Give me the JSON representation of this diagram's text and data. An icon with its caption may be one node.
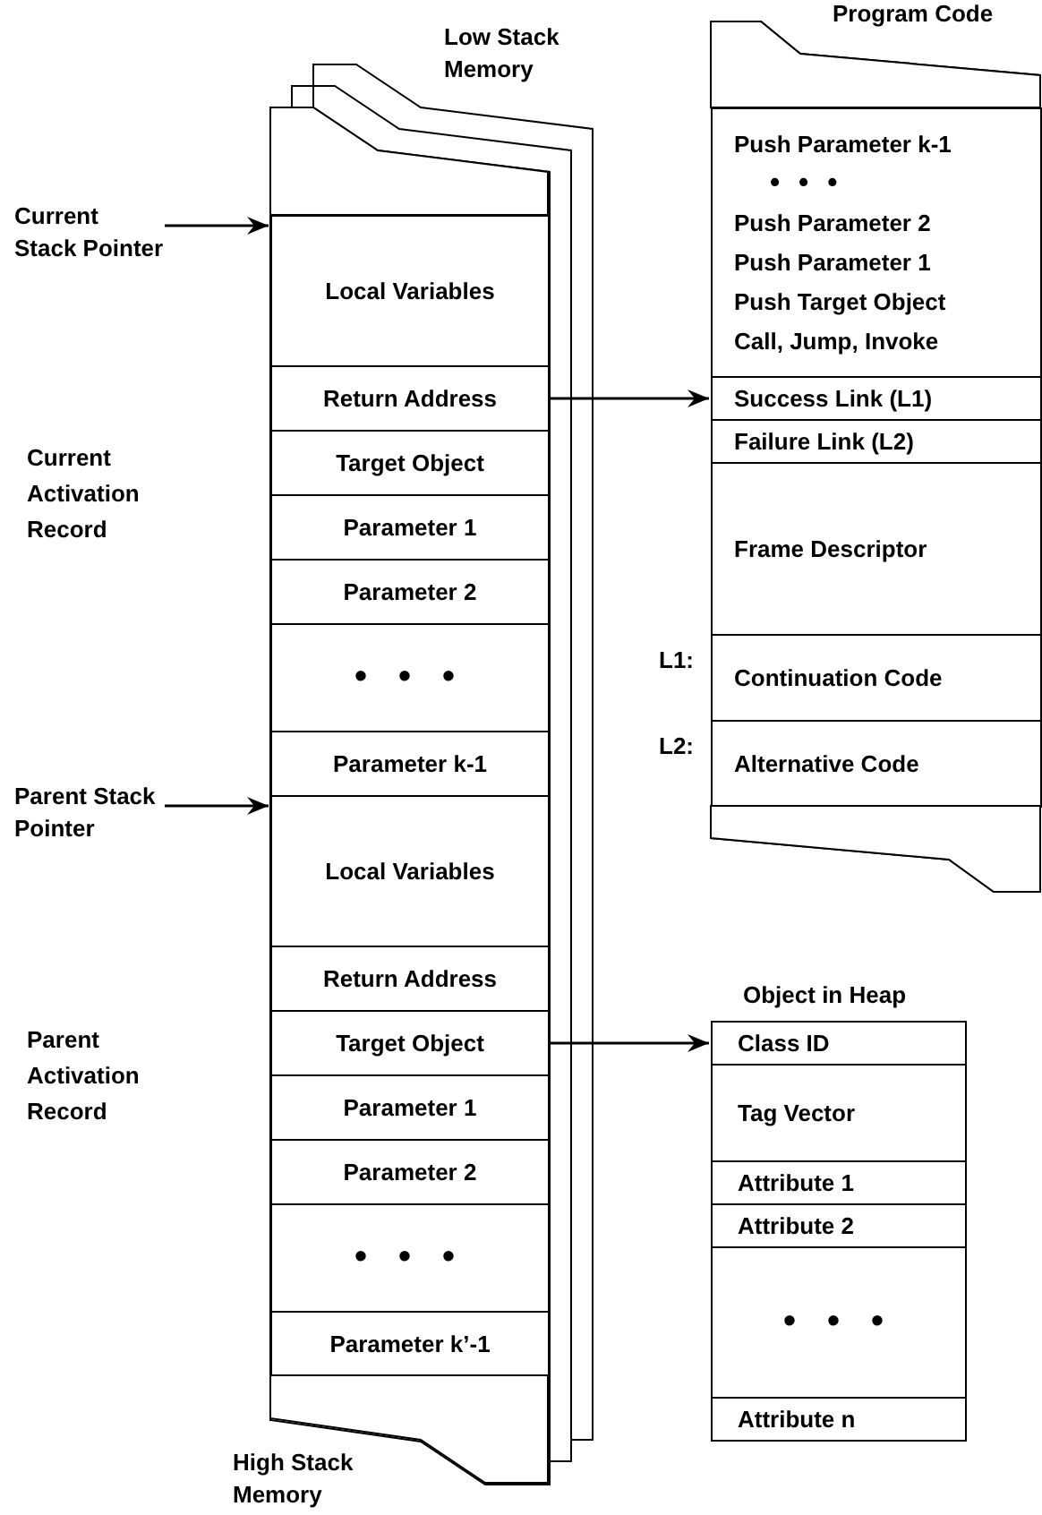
{
  "diagram": {
    "nodes": [
      {
        "text": [],
        "shape": "box",
        "beside": [
          "Low Stack Memory",
          "High Stack Memory"
        ]
      },
      {
        "text": [],
        "shape": "box",
        "in": 0
      },
      {
        "text": [
          "Local Variables"
        ],
        "in": 0
      },
      {
        "text": [
          "Return Address"
        ],
        "in": 0
      },
      {
        "text": [
          "Target Object"
        ],
        "in": 0
      },
      {
        "text": [
          "Parameter 1"
        ],
        "in": 0
      },
      {
        "text": [
          "Parameter 2"
        ],
        "in": 0
      },
      {
        "text": [
          "• • •"
        ],
        "in": 0
      },
      {
        "text": [
          "Parameter k-1"
        ],
        "in": 0
      },
      {
        "text": [
          "Local Variables"
        ],
        "in": 0
      },
      {
        "text": [
          "Return Address"
        ],
        "in": 0
      },
      {
        "text": [
          "Target Object"
        ],
        "in": 0
      },
      {
        "text": [
          "Parameter 1"
        ],
        "in": 0
      },
      {
        "text": [
          "Parameter 2"
        ],
        "in": 0
      },
      {
        "text": [
          "• • •"
        ],
        "in": 0
      },
      {
        "text": [
          "Parameter k’-1"
        ],
        "in": 0
      },
      {
        "text": [],
        "shape": "box",
        "in": 0
      },
      {
        "text": [
          "Current Stack Pointer"
        ]
      },
      {
        "text": [
          "Parent Stack Pointer"
        ]
      },
      {
        "text": [
          "Program Code"
        ]
      },
      {
        "text": [],
        "shape": "box",
        "in": 19
      },
      {
        "text": [
          "Push Parameter k-1",
          "• • •",
          "Push Parameter 2",
          "Push Parameter 1",
          "Push Target Object",
          "Call, Jump, Invoke"
        ],
        "in": 19
      },
      {
        "text": [
          "Success Link (L1)"
        ],
        "in": 19
      },
      {
        "text": [
          "Failure Link (L2)"
        ],
        "in": 19
      },
      {
        "text": [
          "Frame Descriptor"
        ],
        "in": 19
      },
      {
        "text": [
          "Continuation Code"
        ],
        "in": 19,
        "beside": [
          "L1:"
        ]
      },
      {
        "text": [
          "Alternative Code"
        ],
        "in": 19,
        "beside": [
          "L2:"
        ]
      },
      {
        "text": [],
        "shape": "box",
        "in": 19
      },
      {
        "text": [
          "Object in Heap"
        ]
      },
      {
        "text": [
          "Class ID"
        ],
        "in": 28
      },
      {
        "text": [
          "Tag Vector"
        ],
        "in": 28
      },
      {
        "text": [
          "Attribute 1"
        ],
        "in": 28
      },
      {
        "text": [
          "Attribute 2"
        ],
        "in": 28
      },
      {
        "text": [
          "• • •"
        ],
        "in": 28
      },
      {
        "text": [
          "Attribute n"
        ],
        "in": 28
      }
    ],
    "edges": [
      {
        "from": 17,
        "to": 2,
        "arrow": "to"
      },
      {
        "from": 18,
        "to": 9,
        "arrow": "to"
      },
      {
        "from": 3,
        "to": 22,
        "arrow": "to"
      },
      {
        "from": 11,
        "to": 29,
        "arrow": "to"
      }
    ],
    "labels": [
      "Current Activation Record",
      "Parent Activation Record"
    ]
  }
}
